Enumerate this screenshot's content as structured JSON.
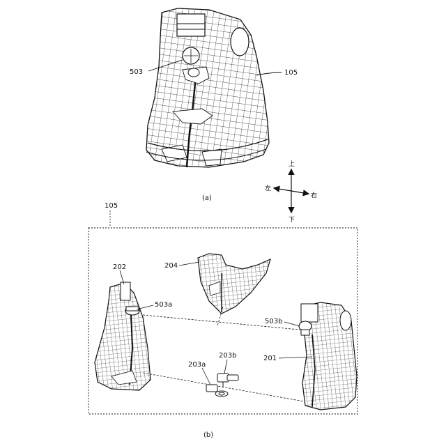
{
  "figure_a": {
    "caption": "(a)",
    "labels": {
      "l503": "503",
      "l105": "105"
    }
  },
  "figure_b": {
    "caption": "(b)",
    "frame_label": "105",
    "labels": {
      "l202": "202",
      "l503a": "503a",
      "l204": "204",
      "l503b": "503b",
      "l201": "201",
      "l203a": "203a",
      "l203b": "203b"
    }
  },
  "direction_indicator": {
    "up": "上",
    "down": "下",
    "left": "左",
    "right": "右"
  },
  "colors": {
    "line": "#111111",
    "background": "#ffffff"
  }
}
